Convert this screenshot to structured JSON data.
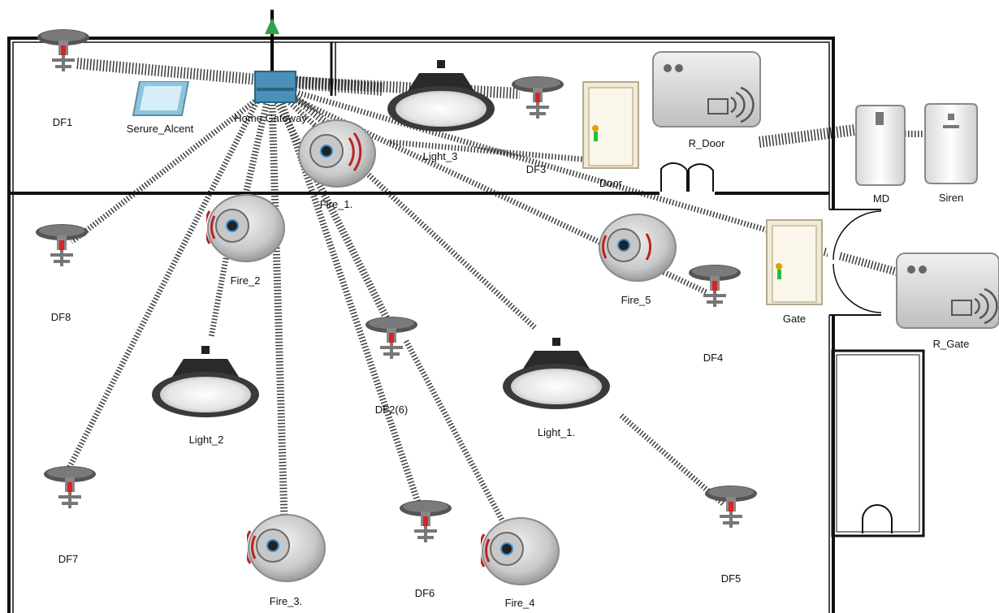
{
  "colors": {
    "wall": "#111111",
    "link": "#333333",
    "gateway": "#4a90b8",
    "antenna": "#2ea34a"
  },
  "labels": {
    "df1": "DF1",
    "serure_alcent": "Serure_Alcent",
    "home_gateway": "Home Gateway",
    "light_3": "Light_3",
    "df3": "DF3",
    "door": "Door",
    "r_door": "R_Door",
    "md": "MD",
    "siren": "Siren",
    "fire_1": "Fire_1.",
    "fire_2": "Fire_2",
    "fire_5": "Fire_5",
    "gate": "Gate",
    "r_gate": "R_Gate",
    "df8": "DF8",
    "df4": "DF4",
    "df2_6": "DF2(6)",
    "light_2": "Light_2",
    "light_1": "Light_1.",
    "df7": "DF7",
    "fire_3": "Fire_3.",
    "df6": "DF6",
    "fire_4": "Fire_4",
    "df5": "DF5"
  },
  "icons": {
    "sprinkler": "sprinkler-icon",
    "fire_alarm": "fire-alarm-icon",
    "light": "high-bay-light-icon",
    "door": "door-icon",
    "rfid_reader": "rfid-reader-icon",
    "motion_detector": "motion-detector-icon",
    "siren": "siren-icon",
    "gateway": "home-gateway-icon",
    "tablet": "tablet-icon"
  }
}
